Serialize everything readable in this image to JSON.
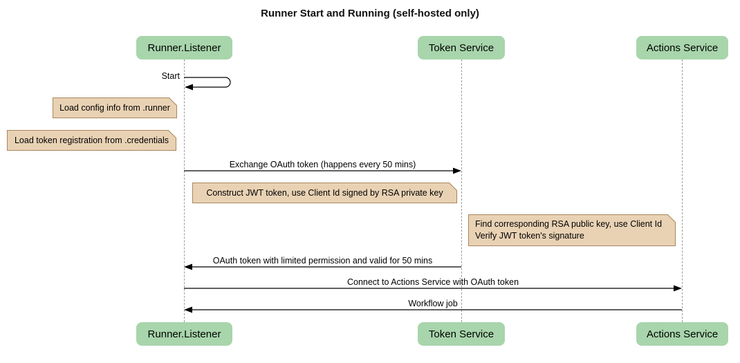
{
  "title": "Runner Start and Running (self-hosted only)",
  "participants": [
    {
      "label": "Runner.Listener"
    },
    {
      "label": "Token Service"
    },
    {
      "label": "Actions Service"
    }
  ],
  "messages": [
    {
      "label": "Start",
      "type": "self",
      "from": "Runner.Listener",
      "to": "Runner.Listener"
    },
    {
      "label": "Exchange OAuth token (happens every 50 mins)",
      "type": "solid",
      "from": "Runner.Listener",
      "to": "Token Service"
    },
    {
      "label": "OAuth token with limited permission and valid for 50 mins",
      "type": "solid",
      "from": "Token Service",
      "to": "Runner.Listener"
    },
    {
      "label": "Connect to Actions Service with OAuth token",
      "type": "solid",
      "from": "Runner.Listener",
      "to": "Actions Service"
    },
    {
      "label": "Workflow job",
      "type": "solid",
      "from": "Actions Service",
      "to": "Runner.Listener"
    }
  ],
  "notes": [
    {
      "text": "Load config info from .runner",
      "position": "left of Runner.Listener"
    },
    {
      "text": "Load token registration from .credentials",
      "position": "left of Runner.Listener"
    },
    {
      "text": "Construct JWT token, use Client Id signed by RSA private key",
      "position": "right of Runner.Listener"
    },
    {
      "lines": [
        "Find corresponding RSA public key, use Client Id",
        "Verify JWT token's signature"
      ],
      "position": "left of Actions Service"
    }
  ],
  "colors": {
    "background": "#ffffff",
    "actor_fill": "#a8d5ab",
    "note_fill": "#e9d2b4",
    "note_border": "#a9855d",
    "lifeline": "#999999",
    "arrow": "#000000"
  }
}
